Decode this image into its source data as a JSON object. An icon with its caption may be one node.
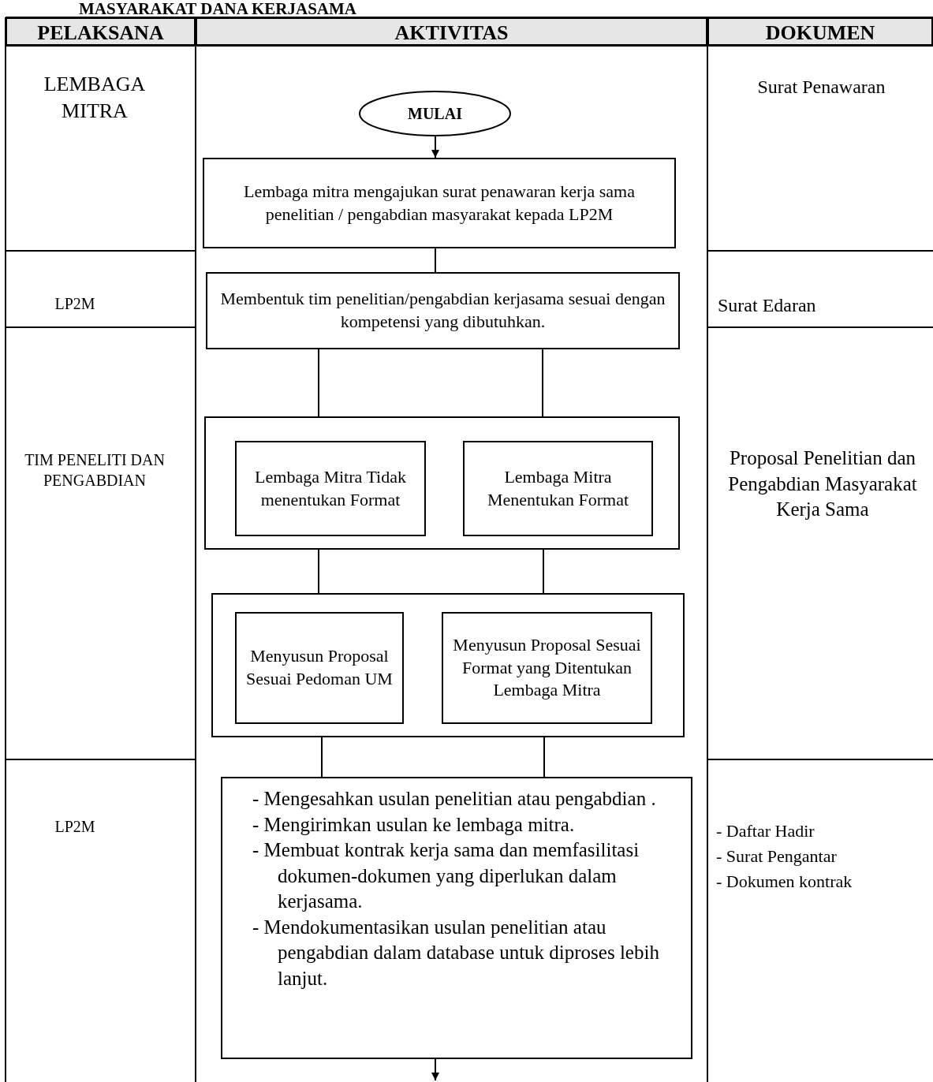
{
  "diagram": {
    "title": "MASYARAKAT DANA KERJASAMA",
    "nodes": [
      {
        "text": [
          "MULAI"
        ]
      },
      {
        "text": [
          "Lembaga mitra mengajukan surat penawaran kerja sama penelitian / pengabdian masyarakat kepada LP2M"
        ]
      },
      {
        "text": [
          "Membentuk tim penelitian/pengabdian kerjasama sesuai dengan kompetensi yang dibutuhkan."
        ]
      },
      {
        "text": [],
        "shape": "box"
      },
      {
        "text": [
          "Lembaga Mitra Tidak menentukan Format"
        ],
        "in": 3
      },
      {
        "text": [
          "Lembaga Mitra Menentukan Format"
        ],
        "in": 3
      },
      {
        "text": [],
        "shape": "box"
      },
      {
        "text": [
          "Menyusun Proposal Sesuai Pedoman UM"
        ],
        "in": 6
      },
      {
        "text": [
          "Menyusun Proposal Sesuai Format yang Ditentukan Lembaga Mitra"
        ],
        "in": 6
      },
      {
        "text": [
          "- Mengesahkan usulan penelitian atau pengabdian .",
          "- Mengirimkan usulan ke lembaga mitra.",
          "- Membuat kontrak kerja sama dan memfasilitasi dokumen-dokumen yang diperlukan dalam kerjasama.",
          "- Mendokumentasikan usulan penelitian atau pengabdian dalam database untuk diproses lebih lanjut."
        ]
      }
    ],
    "edges": [
      {
        "from": 0,
        "to": 1,
        "arrow": "to"
      },
      {
        "from": 1,
        "to": 2,
        "arrow": "none"
      },
      {
        "from": 2,
        "to": 3,
        "arrow": "none"
      },
      {
        "from": 2,
        "to": 3,
        "arrow": "none"
      },
      {
        "from": 3,
        "to": 6,
        "arrow": "none"
      },
      {
        "from": 3,
        "to": 6,
        "arrow": "none"
      },
      {
        "from": 6,
        "to": 9,
        "arrow": "none"
      },
      {
        "from": 6,
        "to": 9,
        "arrow": "none"
      },
      {
        "from": 9,
        "to": null,
        "arrow": "to"
      }
    ],
    "labels": [
      "PELAKSANA",
      "AKTIVITAS",
      "DOKUMEN",
      "LEMBAGA MITRA",
      "Surat Penawaran",
      "LP2M",
      "Surat Edaran",
      "TIM PENELITI DAN PENGABDIAN",
      "Proposal Penelitian dan Pengabdian Masyarakat Kerja Sama",
      "LP2M",
      "- Daftar Hadir",
      "- Surat Pengantar",
      "- Dokumen kontrak"
    ]
  }
}
